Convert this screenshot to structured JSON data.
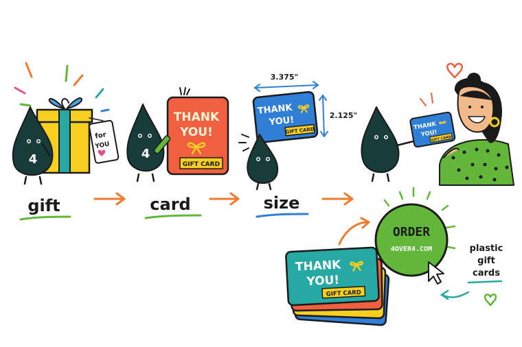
{
  "steps": {
    "gift": "gift",
    "card": "card",
    "size": "size"
  },
  "mascot": {
    "number": "4"
  },
  "gift_tag": {
    "line1": "for",
    "line2": "YOU"
  },
  "card1": {
    "line1": "THANK",
    "line2": "YOU!",
    "label": "GIFT CARD"
  },
  "card2": {
    "line1": "THANK",
    "line2": "YOU!",
    "label": "GIFT CARD"
  },
  "card3": {
    "line1": "THANK",
    "line2": "YOU!",
    "label": "GIFT CARD"
  },
  "card_stack": {
    "line1": "THANK",
    "line2": "YOU!",
    "label": "GIFT CARD"
  },
  "dimensions": {
    "width": "3.375\"",
    "height": "2.125\""
  },
  "order_button": {
    "line1": "ORDER",
    "line2": "4OVER4.COM"
  },
  "note": {
    "line1": "plastic",
    "line2": "gift",
    "line3": "cards"
  },
  "colors": {
    "mascot": "#173c3a",
    "green": "#62b73a",
    "orange": "#ef7a2e",
    "blue": "#2f7fd6",
    "red": "#f0603f",
    "yellow": "#f6cf1f",
    "teal": "#27a9a3",
    "pink": "#e0508a"
  }
}
